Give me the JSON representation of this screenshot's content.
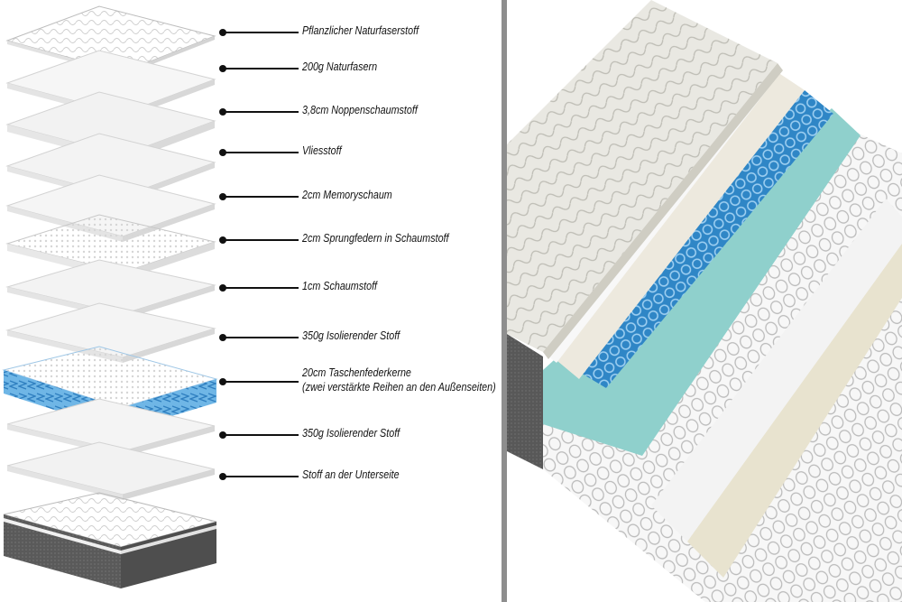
{
  "layers": [
    {
      "label": "Pflanzlicher Naturfaserstoff"
    },
    {
      "label": "200g Naturfasern"
    },
    {
      "label": "3,8cm Noppenschaumstoff"
    },
    {
      "label": "Vliesstoff"
    },
    {
      "label": "2cm Memoryschaum"
    },
    {
      "label": "2cm Sprungfedern in Schaumstoff"
    },
    {
      "label": "1cm Schaumstoff"
    },
    {
      "label": "350g Isolierender Stoff"
    },
    {
      "label": "20cm Taschenfederkerne",
      "sublabel": "(zwei verstärkte Reihen an den Außenseiten)"
    },
    {
      "label": "350g Isolierender Stoff"
    },
    {
      "label": "Stoff an der Unterseite"
    }
  ],
  "colors": {
    "spring_blue": "#4a9fd8",
    "memory_foam_teal": "#8fd0cc",
    "cover_grey": "#5c5c5c",
    "divider": "#8e8e8e"
  }
}
